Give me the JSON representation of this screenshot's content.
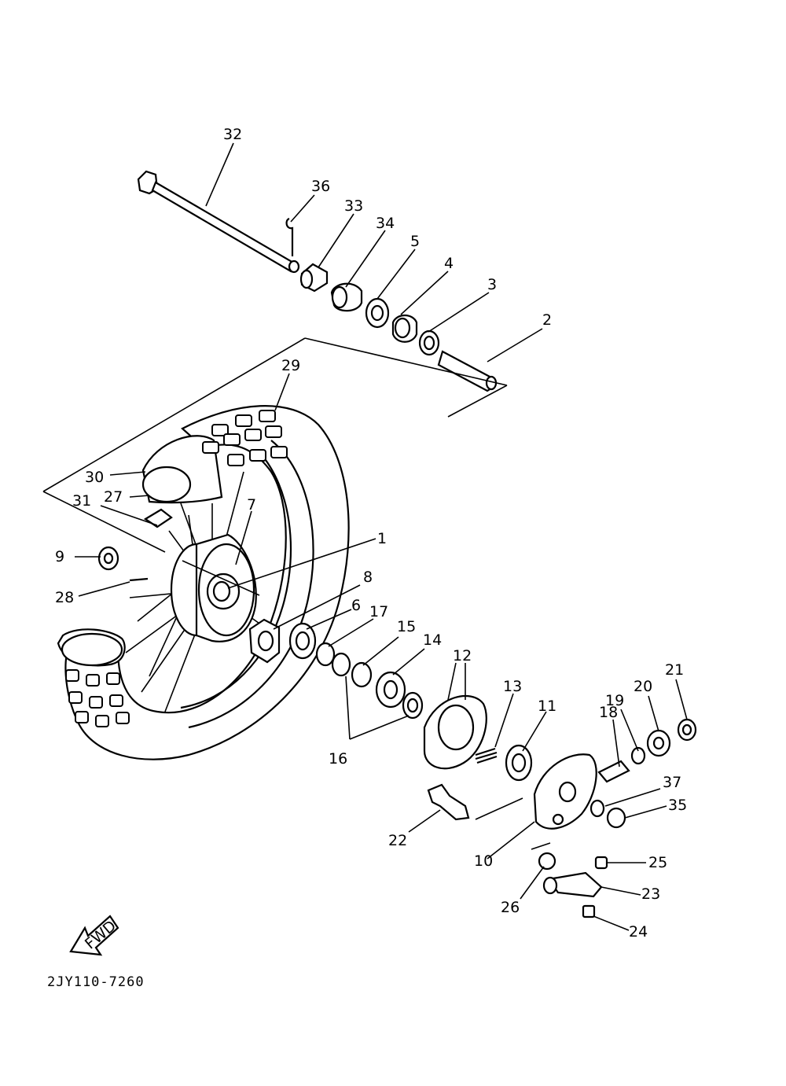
{
  "diagram": {
    "drawing_code": "2JY110-7260",
    "fwd_label": "FWD",
    "callouts": {
      "1": "1",
      "2": "2",
      "3": "3",
      "4": "4",
      "5": "5",
      "6": "6",
      "7": "7",
      "8": "8",
      "9": "9",
      "10": "10",
      "11": "11",
      "12": "12",
      "13": "13",
      "14": "14",
      "15": "15",
      "16": "16",
      "17": "17",
      "18": "18",
      "19": "19",
      "20": "20",
      "21": "21",
      "22": "22",
      "23": "23",
      "24": "24",
      "25": "25",
      "26": "26",
      "27": "27",
      "28": "28",
      "29": "29",
      "30": "30",
      "31": "31",
      "32": "32",
      "33": "33",
      "34": "34",
      "35": "35",
      "36": "36",
      "37": "37"
    }
  }
}
